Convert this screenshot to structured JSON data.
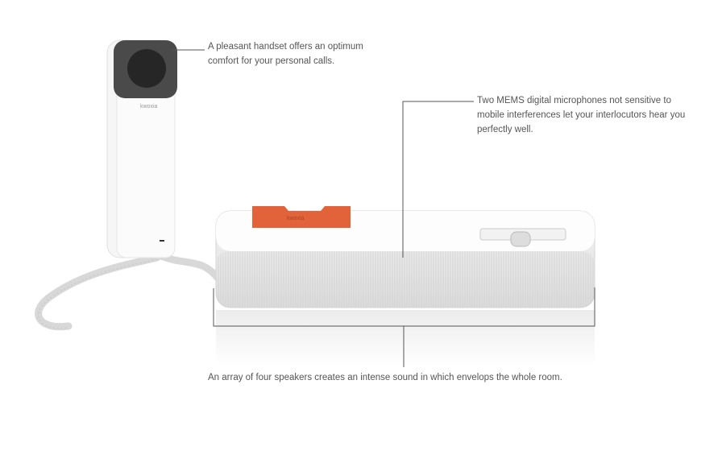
{
  "brand_logo": "kwoxia",
  "callouts": {
    "handset": "A pleasant handset offers an optimum comfort for your personal calls.",
    "microphones": "Two MEMS digital microphones not sensitive to mobile interferences let your interlocutors hear you perfectly well.",
    "speakers": "An array of four speakers creates an intense sound  in which envelops the whole room."
  },
  "colors": {
    "cradle": "#e2623a",
    "earpiece": "#4a4a4a",
    "leader_line": "#555555",
    "text": "#555555"
  }
}
